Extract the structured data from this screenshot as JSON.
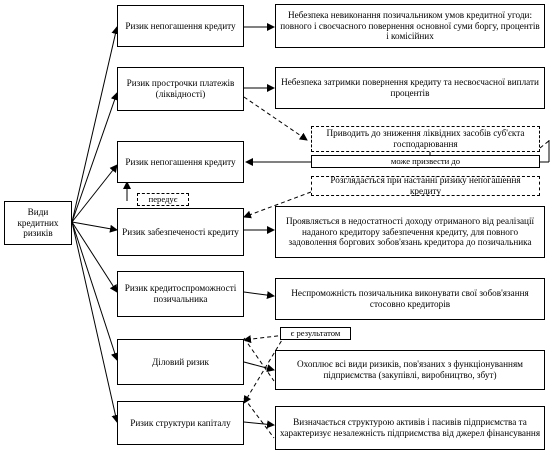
{
  "root": "Види кредитних ризиків",
  "risks": [
    "Ризик непогашення кредиту",
    "Ризик прострочки платежів (ліквідності)",
    "Ризик непогашення кредиту",
    "Ризик забезпеченості кредиту",
    "Ризик кредитоспроможності позичальника",
    "Діловий ризик",
    "Ризик структури капіталу"
  ],
  "descriptions": [
    "Небезпека невиконання позичальником умов кредитної угоди: повного і своєчасного повернення основної суми боргу, процентів і комісійних",
    "Небезпека затримки повернення кредиту та несвоєчасної виплати процентів",
    "Проявляється в недостатності доходу отриманого від реалізації наданого кредитору забезпечення кредиту, для повного задоволення боргових зобов'язань кредитора до позичальника",
    "Неспроможність позичальника виконувати свої зобов'язання стосовно кредиторів",
    "Охоплює всі види ризиків, пов'язаних з функціонуванням підприємства (закупівлі, виробництво, збут)",
    "Визначається структурою активів і пасивів підприємства та характеризує незалежність підприємства від джерел фінансування"
  ],
  "notes": {
    "liquidity": "Приводить до зниження ліквідних засобів суб'єкта господарювання",
    "may_lead": "може призвести до",
    "considered": "Розглядається при настанні ризику непогашення кредиту",
    "precedes": "передує",
    "as_result": "є результатом"
  }
}
